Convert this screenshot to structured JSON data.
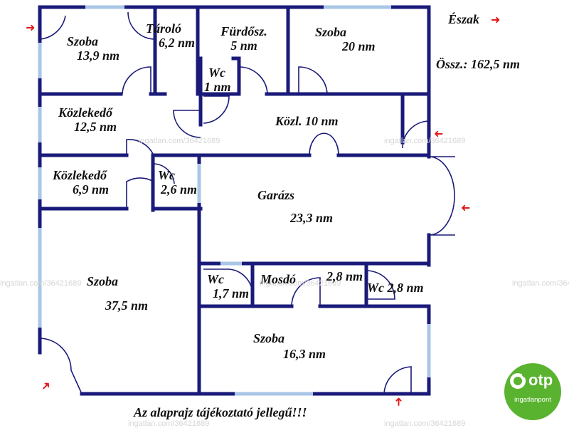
{
  "labels": {
    "szoba1": [
      "Szoba",
      "13,9 nm"
    ],
    "tarolo": [
      "Tároló",
      "6,2 nm"
    ],
    "furdo": [
      "Fürdősz.",
      "5 nm"
    ],
    "szoba2": [
      "Szoba",
      "20 nm"
    ],
    "wc1": [
      "Wc",
      "1 nm"
    ],
    "kozlekedo1": [
      "Közlekedő",
      "12,5 nm"
    ],
    "kozl": "Közl. 10 nm",
    "kozlekedo2": [
      "Közlekedő",
      "6,9 nm"
    ],
    "wc2": [
      "Wc",
      "2,6 nm"
    ],
    "garazs": [
      "Garázs",
      "23,3 nm"
    ],
    "szoba3": [
      "Szoba",
      "37,5 nm"
    ],
    "wc3": [
      "Wc",
      "1,7 nm"
    ],
    "mosdo": [
      "Mosdó",
      "2,8 nm"
    ],
    "wc4": "Wc 2,8 nm",
    "szoba4": [
      "Szoba",
      "16,3 nm"
    ]
  },
  "north": "Észak",
  "total": "Össz.: 162,5 nm",
  "disclaimer": "Az alaprajz tájékoztató jellegű!!!",
  "logo": {
    "brand": "otp",
    "sub": "ingatlanpont",
    "color": "#59b32f"
  },
  "watermark": "ingatlan.com/36421689",
  "colors": {
    "wall": "#1a1a7a",
    "window": "#a9c6e6",
    "arrow": "#e01818"
  }
}
